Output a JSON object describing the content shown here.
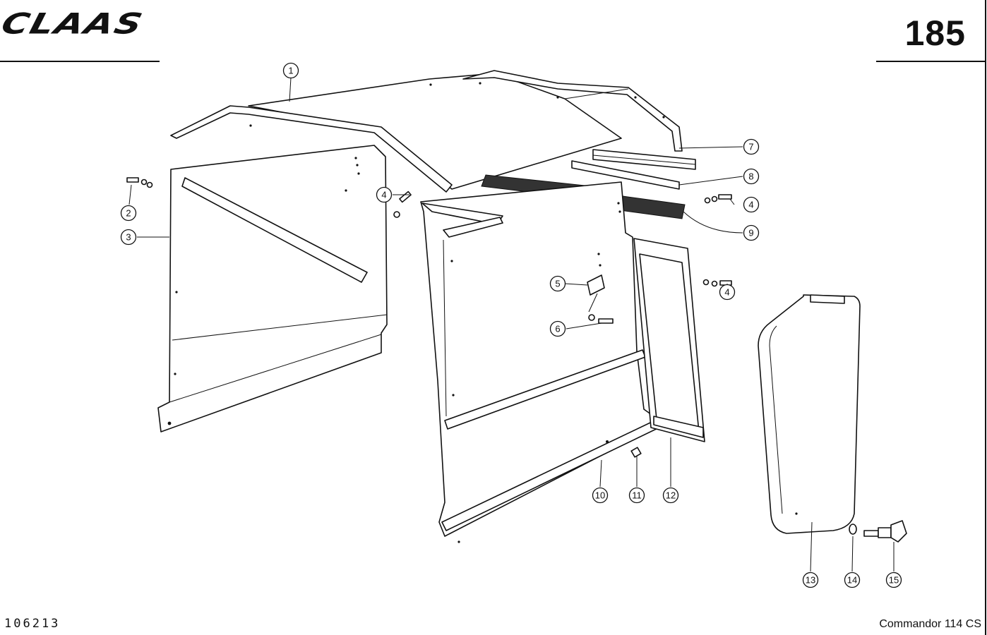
{
  "header": {
    "logo_text": "CLAAS",
    "page_number": "185"
  },
  "footer": {
    "document_number": "106213",
    "model": "Commandor 114 CS"
  },
  "callouts": [
    {
      "id": "c1",
      "label": "1"
    },
    {
      "id": "c2",
      "label": "2"
    },
    {
      "id": "c3",
      "label": "3"
    },
    {
      "id": "c4a",
      "label": "4"
    },
    {
      "id": "c4b",
      "label": "4"
    },
    {
      "id": "c4c",
      "label": "4"
    },
    {
      "id": "c5",
      "label": "5"
    },
    {
      "id": "c6",
      "label": "6"
    },
    {
      "id": "c7",
      "label": "7"
    },
    {
      "id": "c8",
      "label": "8"
    },
    {
      "id": "c9",
      "label": "9"
    },
    {
      "id": "c10",
      "label": "10"
    },
    {
      "id": "c11",
      "label": "11"
    },
    {
      "id": "c12",
      "label": "12"
    },
    {
      "id": "c13",
      "label": "13"
    },
    {
      "id": "c14",
      "label": "14"
    },
    {
      "id": "c15",
      "label": "15"
    }
  ]
}
